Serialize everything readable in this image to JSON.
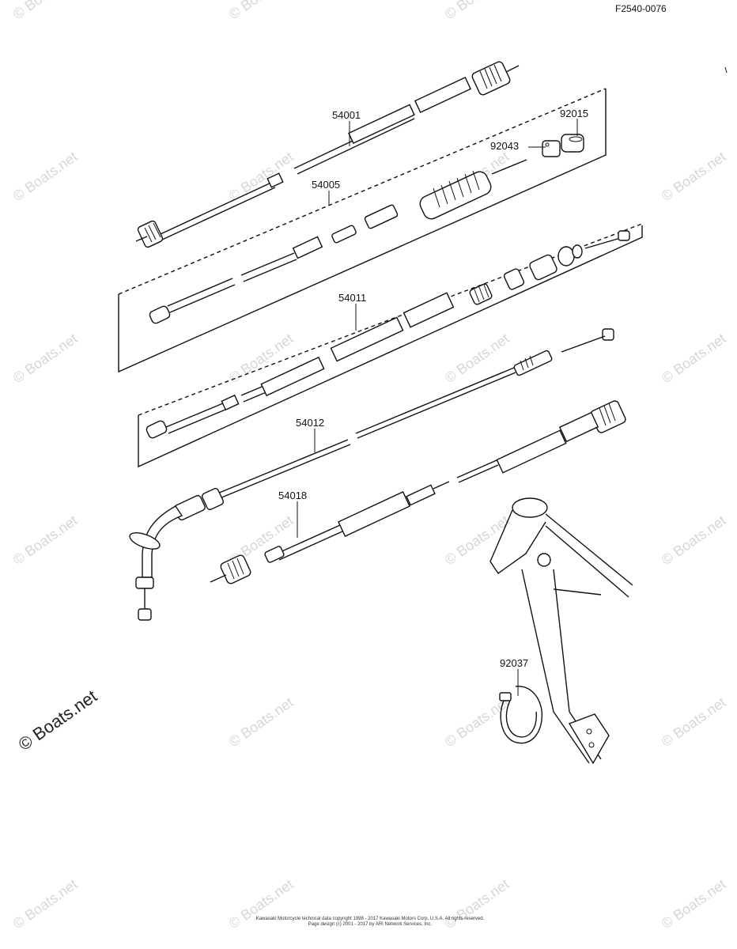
{
  "document": {
    "code": "F2540-0076",
    "footer_line1": "Kawasaki Motorcycle technical data copyright 1998 - 2017 Kawasaki Motors Corp, U.S.A. All rights reserved.",
    "footer_line2": "Page design (c) 2001 - 2017 by ARI Network Services, Inc."
  },
  "watermark": {
    "text": "© Boats.net"
  },
  "parts": [
    {
      "id": "54001",
      "label": "54001"
    },
    {
      "id": "92015",
      "label": "92015"
    },
    {
      "id": "92043",
      "label": "92043"
    },
    {
      "id": "54005",
      "label": "54005"
    },
    {
      "id": "54011",
      "label": "54011"
    },
    {
      "id": "54012",
      "label": "54012"
    },
    {
      "id": "54018",
      "label": "54018"
    },
    {
      "id": "92037",
      "label": "92037"
    }
  ]
}
